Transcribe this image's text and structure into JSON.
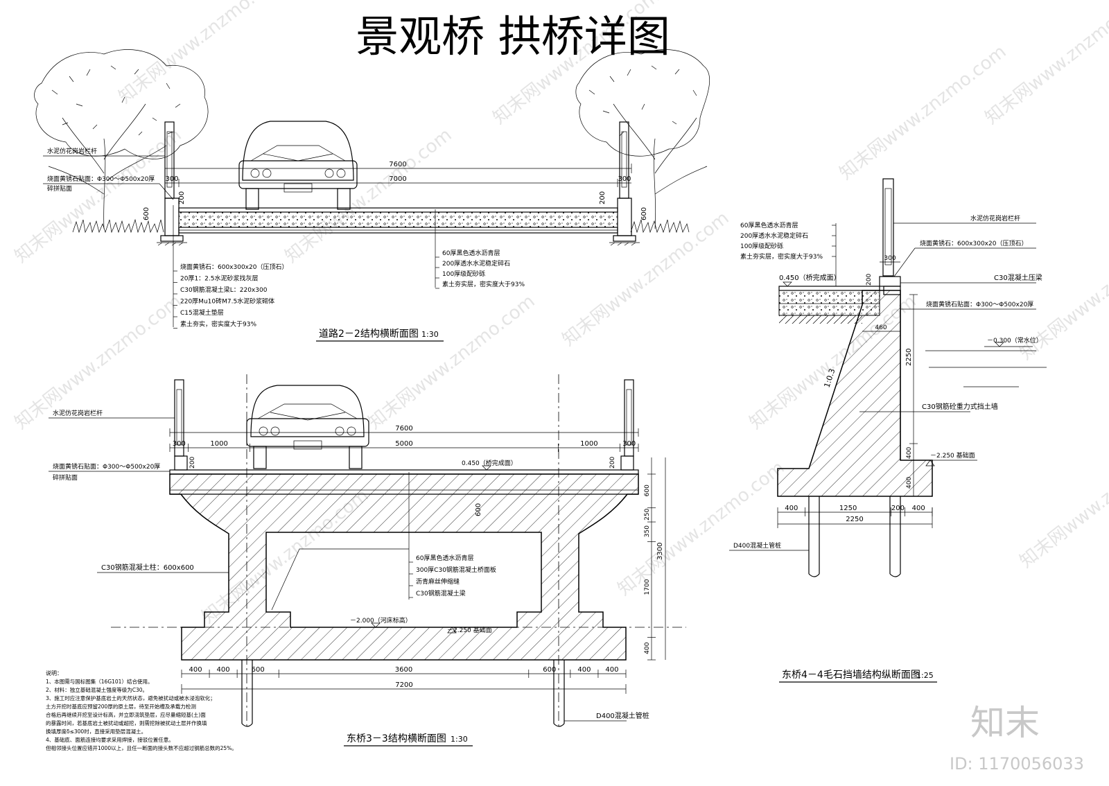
{
  "title": "景观桥 拱桥详图",
  "drawing_22": {
    "title": "道路2－2结构横断面图",
    "scale": "1:30",
    "callout_railing": "水泥仿花岗岩栏杆",
    "callout_paving_1": "烧面黄锈石贴面：Φ300～Φ500x20厚",
    "callout_paving_2": "碎拼贴面",
    "dim_total": "7600",
    "dim_inner": "7000",
    "dim_l300": "300",
    "dim_r300": "300",
    "dim_l200": "200",
    "dim_r200": "200",
    "dim_l600": "600",
    "dim_r600": "600",
    "layers_left": [
      "烧面黄锈石：600x300x20（压顶石）",
      "20厚1：2.5水泥砂浆找灰层",
      "C30钢筋混凝土梁L：220x300",
      "220厚Mu10砖M7.5水泥砂浆砌体",
      "C15混凝土垫层",
      "素土夯实，密实度大于93%"
    ],
    "layers_right": [
      "60厚黑色透水沥青层",
      "200厚透水水泥稳定碎石",
      "100厚级配砂砾",
      "素土夯实层，密实度大于93%"
    ]
  },
  "drawing_33": {
    "title": "东桥3－3结构横断面图",
    "scale": "1:30",
    "callout_railing": "水泥仿花岗岩栏杆",
    "callout_paving_1": "烧面黄锈石贴面：Φ300～Φ500x20厚",
    "callout_paving_2": "碎拼贴面",
    "callout_column": "C30钢筋混凝土柱：600x600",
    "callout_pile": "D400混凝土管桩",
    "level_deck": "0.450（桥完成面）",
    "level_river": "－2.000（河床标高）",
    "level_base": "－2.250 基础面",
    "dim_top_total": "7600",
    "dim_top": [
      "300",
      "1000",
      "5000",
      "1000",
      "300"
    ],
    "dim_right": [
      "600",
      "250",
      "350",
      "1700",
      "400"
    ],
    "dim_right_total": "3300",
    "dim_inner_600": "600",
    "dim_bottom": [
      "400",
      "400",
      "600",
      "3600",
      "600",
      "400",
      "400"
    ],
    "dim_bottom_total": "7200",
    "layers": [
      "60厚黑色透水沥青层",
      "300厚C30钢筋混凝土桥面板",
      "沥青麻丝伸缩缝",
      "C30钢筋混凝土梁"
    ],
    "small_200_l": "200",
    "small_200_r": "200"
  },
  "drawing_44": {
    "title": "东桥4－4毛石挡墙结构纵断面图",
    "scale": "1:25",
    "layers": [
      "60厚黑色透水沥青层",
      "200厚透水水泥稳定碎石",
      "100厚级配砂砾",
      "素土夯实层，密实度大于93%"
    ],
    "callout_railing": "水泥仿花岗岩栏杆",
    "callout_cap": "烧面黄锈石：600x300x20（压顶石）",
    "callout_beam": "C30混凝土压梁",
    "callout_paving": "烧面黄锈石贴面：Φ300～Φ500x20厚",
    "callout_wall": "C30钢筋砼重力式挡土墙",
    "callout_pile": "D400混凝土管桩",
    "level_deck": "0.450（桥完成面）",
    "level_water": "－0.300（常水位）",
    "level_base": "－2.250 基础面",
    "slope": "1:0.3",
    "dim_300": "300",
    "dim_200": "200",
    "dim_460": "460",
    "dim_2250v": "2250",
    "dim_400v_a": "400",
    "dim_400v_b": "400",
    "dim_bottom": [
      "400",
      "1250",
      "200",
      "400"
    ],
    "dim_bottom_total": "2250"
  },
  "notes": {
    "heading": "说明：",
    "lines": [
      "1、本图需与国标图集（16G101）结合使用。",
      "2、材料：独立基础混凝土强度等级为C30。",
      "3、施工时应注意保护基底岩土的天然状态，避免被扰动或被水浸泡软化；",
      "   土方开挖时基底应预留200厚的原土层，待至开始槽及承载力检测",
      "   合格后再继续开挖至设计标高，并立即浇筑垫层，应尽量缩短基(土)面",
      "   的暴露时间，若基底岩土被扰动或超挖，则需挖除被扰动土层并作换填",
      "   换填厚度δ≤300时，直接采用垫层混凝土。",
      "4、基础底、面筋连接均要求采用焊接，接驳位置任意。",
      "   但相邻接头位置应错开1000以上，且任一断面的接头数不应超过钢筋总数的25%。"
    ]
  },
  "watermark": {
    "logo": "知末",
    "id": "ID: 1170056033",
    "tiles": [
      "知末网www.znzmo.com"
    ]
  }
}
